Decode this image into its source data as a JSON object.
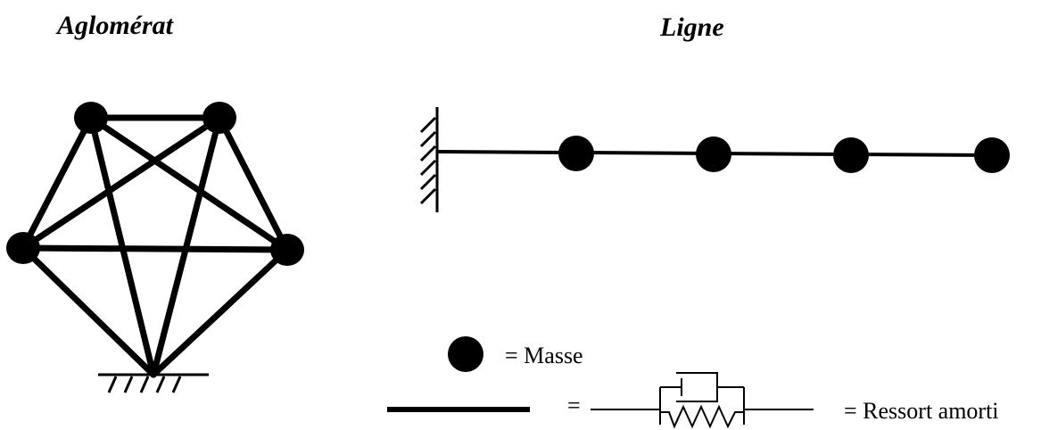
{
  "titles": {
    "left": "Aglomérat",
    "right": "Ligne"
  },
  "legend": {
    "mass_label": "= Masse",
    "equals": "=",
    "spring_label": "= Ressort amorti"
  },
  "colors": {
    "ink": "#000000",
    "background": "#ffffff"
  }
}
